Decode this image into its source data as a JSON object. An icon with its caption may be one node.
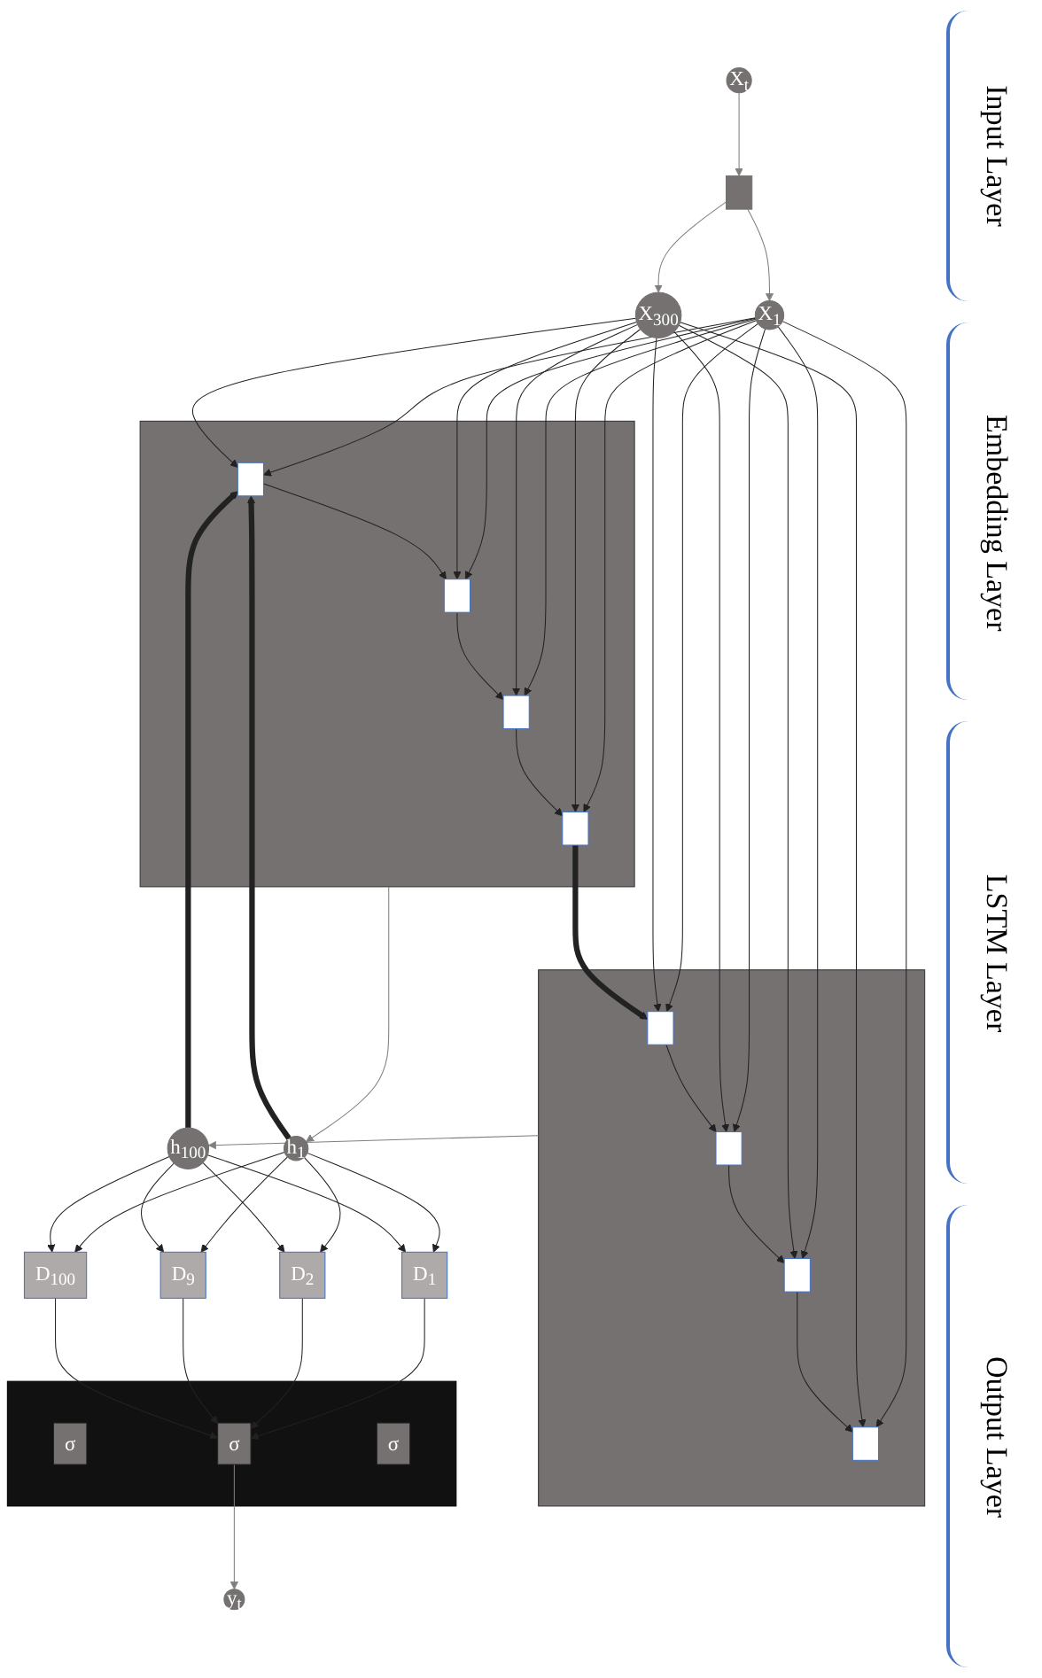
{
  "diagram": {
    "nodes": [
      {
        "text": [
          "X$_{t}$"
        ]
      },
      {
        "text": [],
        "shape": "box"
      },
      {
        "text": [
          "X$_{1}$"
        ]
      },
      {
        "text": [
          "X$_{300}$"
        ]
      },
      {
        "text": [],
        "shape": "box"
      },
      {
        "text": [],
        "shape": "box",
        "in": 4
      },
      {
        "text": [],
        "shape": "box",
        "in": 4
      },
      {
        "text": [],
        "shape": "box",
        "in": 4
      },
      {
        "text": [],
        "shape": "box",
        "in": 4
      },
      {
        "text": [],
        "shape": "box"
      },
      {
        "text": [],
        "shape": "box",
        "in": 9
      },
      {
        "text": [],
        "shape": "box",
        "in": 9
      },
      {
        "text": [],
        "shape": "box",
        "in": 9
      },
      {
        "text": [],
        "shape": "box",
        "in": 9
      },
      {
        "text": [
          "h$_{1}$"
        ]
      },
      {
        "text": [
          "h$_{100}$"
        ]
      },
      {
        "text": [
          "D$_{1}$"
        ]
      },
      {
        "text": [
          "D$_{2}$"
        ]
      },
      {
        "text": [
          "D$_{9}$"
        ]
      },
      {
        "text": [
          "D$_{100}$"
        ]
      },
      {
        "text": [],
        "shape": "box"
      },
      {
        "text": [
          "σ"
        ],
        "in": 20
      },
      {
        "text": [
          "σ"
        ],
        "in": 20
      },
      {
        "text": [
          "σ"
        ],
        "in": 20
      },
      {
        "text": [
          "y$_{t}$"
        ]
      }
    ],
    "edges": [
      {
        "from": 0,
        "to": 1,
        "arrow": "to",
        "color": "#7f7f7f"
      },
      {
        "from": 1,
        "to": 2,
        "arrow": "to",
        "color": "#7f7f7f"
      },
      {
        "from": 1,
        "to": 3,
        "arrow": "to",
        "color": "#7f7f7f"
      },
      {
        "from": 2,
        "to": 5,
        "arrow": "to"
      },
      {
        "from": 2,
        "to": 6,
        "arrow": "to"
      },
      {
        "from": 2,
        "to": 7,
        "arrow": "to"
      },
      {
        "from": 2,
        "to": 8,
        "arrow": "to"
      },
      {
        "from": 2,
        "to": 10,
        "arrow": "to"
      },
      {
        "from": 2,
        "to": 11,
        "arrow": "to"
      },
      {
        "from": 2,
        "to": 12,
        "arrow": "to"
      },
      {
        "from": 2,
        "to": 13,
        "arrow": "to"
      },
      {
        "from": 3,
        "to": 5,
        "arrow": "to"
      },
      {
        "from": 3,
        "to": 6,
        "arrow": "to"
      },
      {
        "from": 3,
        "to": 7,
        "arrow": "to"
      },
      {
        "from": 3,
        "to": 8,
        "arrow": "to"
      },
      {
        "from": 3,
        "to": 10,
        "arrow": "to"
      },
      {
        "from": 3,
        "to": 11,
        "arrow": "to"
      },
      {
        "from": 3,
        "to": 12,
        "arrow": "to"
      },
      {
        "from": 3,
        "to": 13,
        "arrow": "to"
      },
      {
        "from": 5,
        "to": 6,
        "arrow": "to"
      },
      {
        "from": 6,
        "to": 7,
        "arrow": "to"
      },
      {
        "from": 7,
        "to": 8,
        "arrow": "to"
      },
      {
        "from": 10,
        "to": 11,
        "arrow": "to"
      },
      {
        "from": 11,
        "to": 12,
        "arrow": "to"
      },
      {
        "from": 12,
        "to": 13,
        "arrow": "to"
      },
      {
        "from": 8,
        "to": 10,
        "arrow": "to",
        "style": "thick"
      },
      {
        "from": 14,
        "to": 5,
        "arrow": "to",
        "style": "thick"
      },
      {
        "from": 15,
        "to": 5,
        "arrow": "to",
        "style": "thick"
      },
      {
        "from": 4,
        "to": 14,
        "arrow": "to",
        "color": "#7f7f7f"
      },
      {
        "from": 9,
        "to": 15,
        "arrow": "to",
        "color": "#7f7f7f"
      },
      {
        "from": 14,
        "to": 16,
        "arrow": "to"
      },
      {
        "from": 14,
        "to": 17,
        "arrow": "to"
      },
      {
        "from": 14,
        "to": 18,
        "arrow": "to"
      },
      {
        "from": 14,
        "to": 19,
        "arrow": "to"
      },
      {
        "from": 15,
        "to": 16,
        "arrow": "to"
      },
      {
        "from": 15,
        "to": 17,
        "arrow": "to"
      },
      {
        "from": 15,
        "to": 18,
        "arrow": "to"
      },
      {
        "from": 15,
        "to": 19,
        "arrow": "to"
      },
      {
        "from": 16,
        "to": 22,
        "arrow": "to"
      },
      {
        "from": 17,
        "to": 22,
        "arrow": "to"
      },
      {
        "from": 18,
        "to": 22,
        "arrow": "to"
      },
      {
        "from": 19,
        "to": 22,
        "arrow": "to"
      },
      {
        "from": 22,
        "to": 24,
        "arrow": "to",
        "color": "#7f7f7f"
      }
    ],
    "labels": [
      "Input Layer",
      "Embedding Layer",
      "LSTM Layer",
      "Output Layer"
    ]
  }
}
